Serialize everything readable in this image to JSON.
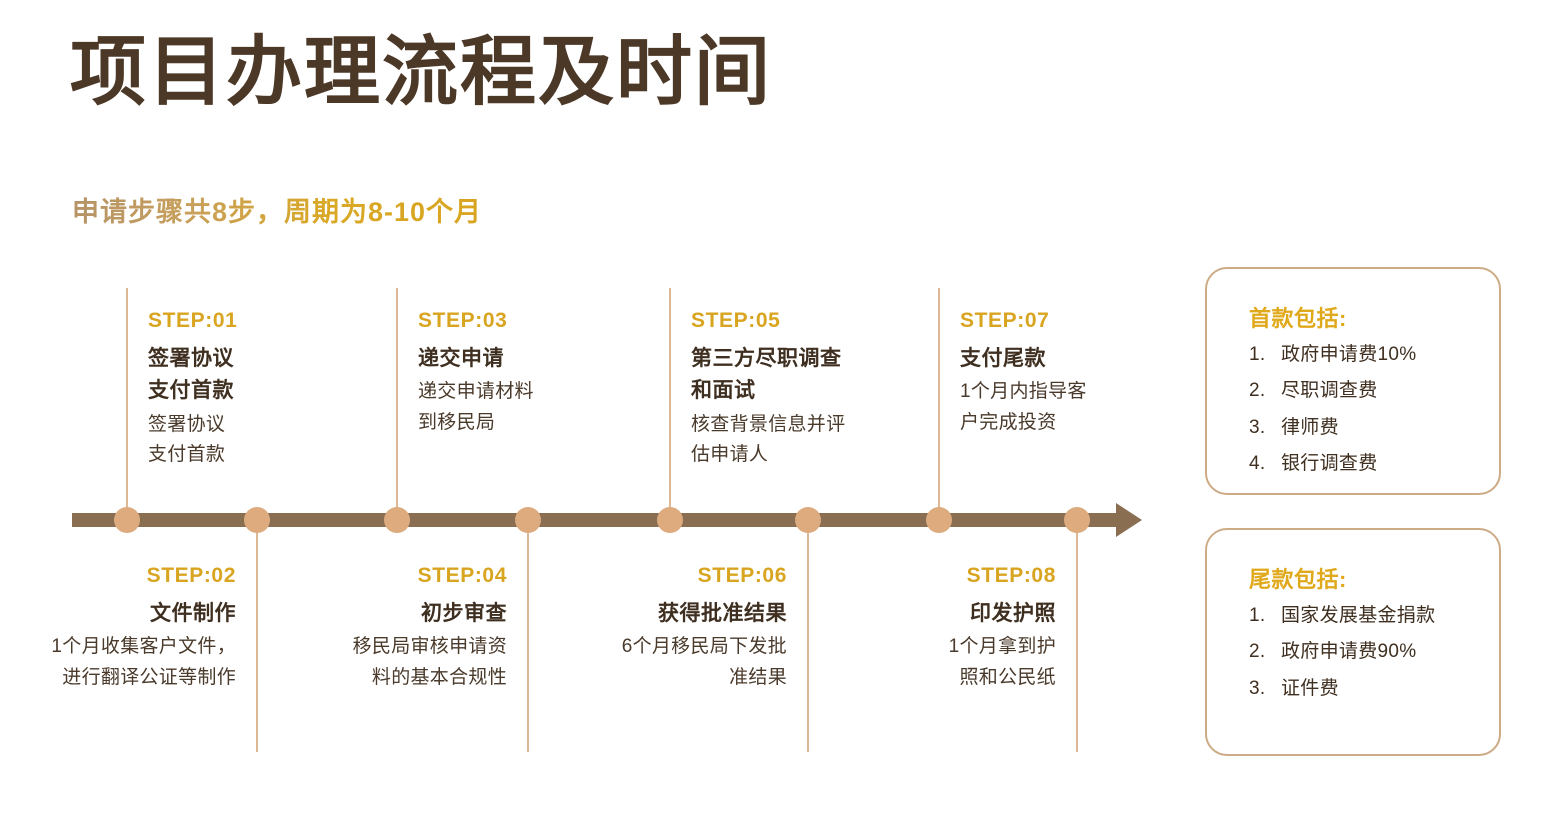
{
  "header": {
    "title": "项目办理流程及时间",
    "subtitle": "申请步骤共8步，周期为8-10个月"
  },
  "timeline": {
    "axis_color": "#8a6e52",
    "dot_color": "#ddab7e",
    "connector_color": "#dcb894",
    "accent_color": "#d9a520",
    "text_color": "#3f2f20",
    "steps": [
      {
        "label": "STEP:01",
        "position": "top",
        "title_lines": [
          "签署协议",
          "支付首款"
        ],
        "desc_lines": [
          "签署协议",
          "支付首款"
        ]
      },
      {
        "label": "STEP:02",
        "position": "bottom",
        "title_lines": [
          "文件制作"
        ],
        "desc_lines": [
          "1个月收集客户文件，",
          "进行翻译公证等制作"
        ]
      },
      {
        "label": "STEP:03",
        "position": "top",
        "title_lines": [
          "递交申请"
        ],
        "desc_lines": [
          "递交申请材料",
          "到移民局"
        ]
      },
      {
        "label": "STEP:04",
        "position": "bottom",
        "title_lines": [
          "初步审查"
        ],
        "desc_lines": [
          "移民局审核申请资",
          "料的基本合规性"
        ]
      },
      {
        "label": "STEP:05",
        "position": "top",
        "title_lines": [
          "第三方尽职调查",
          "和面试"
        ],
        "desc_lines": [
          "核查背景信息并评",
          "估申请人"
        ]
      },
      {
        "label": "STEP:06",
        "position": "bottom",
        "title_lines": [
          "获得批准结果"
        ],
        "desc_lines": [
          "6个月移民局下发批",
          "准结果"
        ]
      },
      {
        "label": "STEP:07",
        "position": "top",
        "title_lines": [
          "支付尾款"
        ],
        "desc_lines": [
          "1个月内指导客",
          "户完成投资"
        ]
      },
      {
        "label": "STEP:08",
        "position": "bottom",
        "title_lines": [
          "印发护照"
        ],
        "desc_lines": [
          "1个月拿到护",
          "照和公民纸"
        ]
      }
    ]
  },
  "info_boxes": [
    {
      "title": "首款包括:",
      "items": [
        {
          "num": "1.",
          "text": "政府申请费10%"
        },
        {
          "num": "2.",
          "text": "尽职调查费"
        },
        {
          "num": "3.",
          "text": "律师费"
        },
        {
          "num": "4.",
          "text": "银行调查费"
        }
      ]
    },
    {
      "title": "尾款包括:",
      "items": [
        {
          "num": "1.",
          "text": "国家发展基金捐款"
        },
        {
          "num": "2.",
          "text": "政府申请费90%"
        },
        {
          "num": "3.",
          "text": "证件费"
        }
      ]
    }
  ]
}
